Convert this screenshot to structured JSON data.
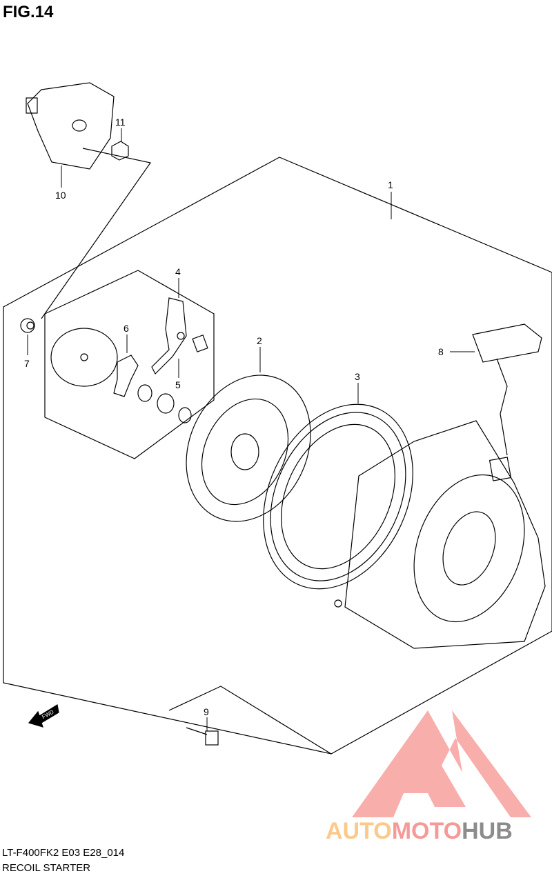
{
  "figure": {
    "title": "FIG.14"
  },
  "callouts": {
    "p1": "1",
    "p2": "2",
    "p3": "3",
    "p4": "4",
    "p5": "5",
    "p6": "6",
    "p7": "7",
    "p8": "8",
    "p9": "9",
    "p10": "10",
    "p11": "11"
  },
  "direction_marker": {
    "label": "FWD"
  },
  "footer": {
    "model_code": "LT-F400FK2 E03 E28_014",
    "section_name": "RECOIL STARTER"
  },
  "watermark": {
    "part1": "AUTO",
    "part2": "MOTO",
    "part3": "HUB",
    "colors": {
      "auto": "#fbc98a",
      "moto": "#f59a96",
      "hub": "#8c8c8c",
      "logo": "#f7a09c"
    }
  }
}
